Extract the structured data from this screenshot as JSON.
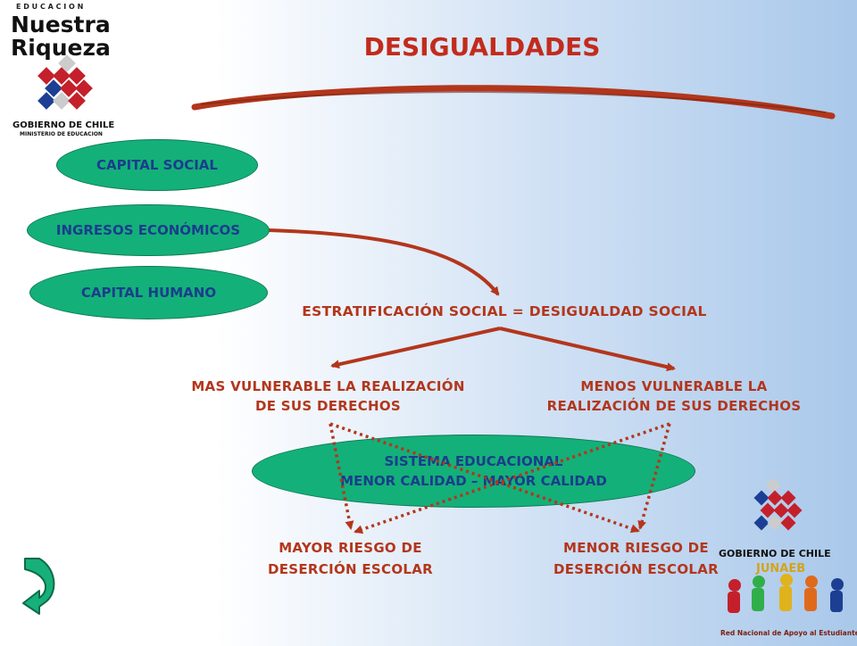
{
  "title": "DESIGUALDADES",
  "logo_top": {
    "line1": "E D U C A C I O N",
    "line2": "Nuestra",
    "line3": "Riqueza",
    "line4": "GOBIERNO DE CHILE",
    "line5": "MINISTERIO DE EDUCACION"
  },
  "logo_junaeb": {
    "line1": "GOBIERNO DE CHILE",
    "line2": "JUNAEB",
    "line3": "Red Nacional de Apoyo al Estudiante"
  },
  "ovals": {
    "capital_social": "CAPITAL SOCIAL",
    "ingresos": "INGRESOS ECONÓMICOS",
    "capital_humano": "CAPITAL HUMANO",
    "sistema_line1": "SISTEMA EDUCACIONAL",
    "sistema_line2": "MENOR CALIDAD – MAYOR CALIDAD"
  },
  "labels": {
    "estratificacion": "ESTRATIFICACIÓN SOCIAL = DESIGUALDAD SOCIAL",
    "mas_vulnerable_1": "MAS VULNERABLE LA REALIZACIÓN",
    "mas_vulnerable_2": "DE SUS DERECHOS",
    "menos_vulnerable_1": "MENOS VULNERABLE LA",
    "menos_vulnerable_2": "REALIZACIÓN DE SUS DERECHOS",
    "mayor_riesgo_1": "MAYOR RIESGO DE",
    "mayor_riesgo_2": "DESERCIÓN ESCOLAR",
    "menor_riesgo_1": "MENOR RIESGO DE",
    "menor_riesgo_2": "DESERCIÓN ESCOLAR"
  },
  "colors": {
    "accent_red": "#b3361c",
    "oval_green": "#14b079",
    "oval_text_blue": "#1a3d8c"
  }
}
